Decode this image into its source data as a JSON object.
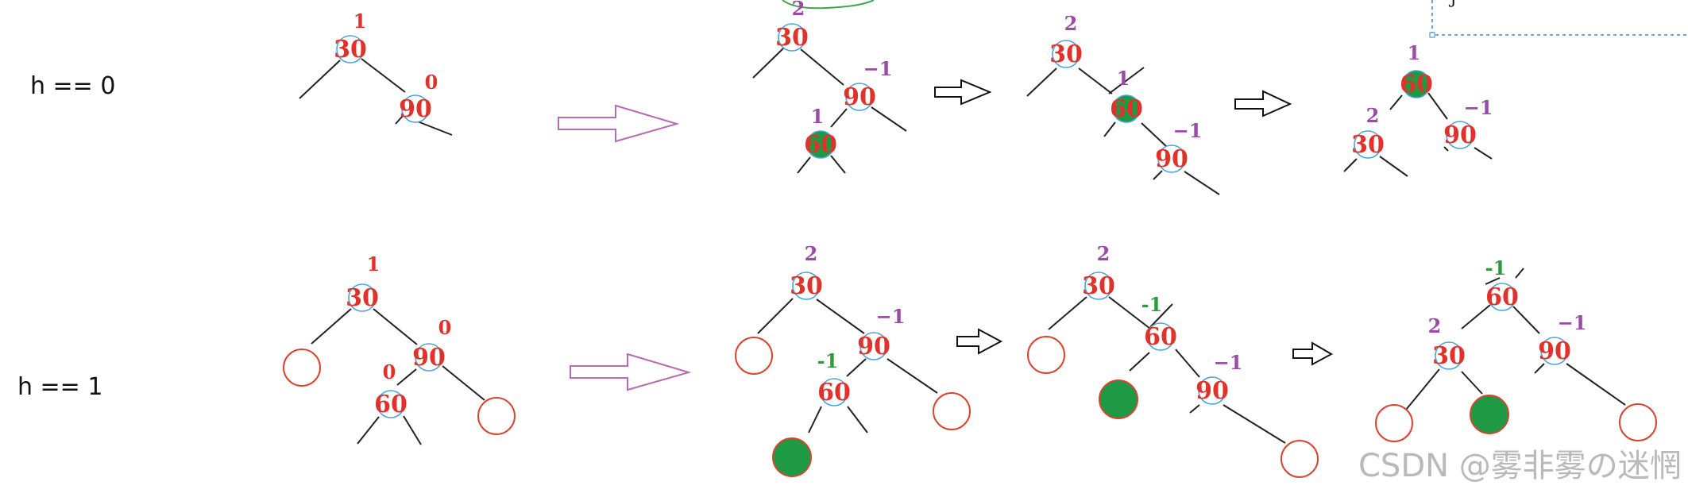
{
  "colors": {
    "node_circle": "#4aa3dc",
    "node_value": "#e0322b",
    "bf_red": "#e0322b",
    "bf_purple": "#9b4aa8",
    "bf_green": "#2e9a3e",
    "subtree_red": "#d9442e",
    "subtree_green": "#1f9a44",
    "edge": "#222222",
    "big_arrow": "#b86bb5",
    "small_arrow": "#111111",
    "dashed_box": "#3b82c4",
    "scribble": "#3aa64f",
    "watermark": "#b9b9b9"
  },
  "diagram": {
    "case_labels": [
      "h == 0",
      "h == 1"
    ],
    "rows": [
      {
        "nodes": [
          {
            "value": "30",
            "bf": "1"
          },
          {
            "value": "90",
            "bf": "0"
          },
          {
            "value": "30",
            "bf": "2"
          },
          {
            "value": "90",
            "bf": "−1"
          },
          {
            "value": "60",
            "bf": "1"
          },
          {
            "value": "30",
            "bf": "2"
          },
          {
            "value": "60",
            "bf": "1"
          },
          {
            "value": "90",
            "bf": "−1"
          },
          {
            "value": "60",
            "bf": "1"
          },
          {
            "value": "30",
            "bf": "2"
          },
          {
            "value": "90",
            "bf": "−1"
          }
        ]
      },
      {
        "nodes": [
          {
            "value": "30",
            "bf": "1"
          },
          {
            "value": "90",
            "bf": "0"
          },
          {
            "value": "60",
            "bf": "0"
          },
          {
            "value": "30",
            "bf": "2"
          },
          {
            "value": "90",
            "bf": "−1"
          },
          {
            "value": "60",
            "bf": "-1"
          },
          {
            "value": "30",
            "bf": "2"
          },
          {
            "value": "60",
            "bf": "-1"
          },
          {
            "value": "90",
            "bf": "−1"
          },
          {
            "value": "60",
            "bf": "-1"
          },
          {
            "value": "30",
            "bf": "2"
          },
          {
            "value": "90",
            "bf": "−1"
          }
        ]
      }
    ],
    "watermark": "CSDN @雾非雾の迷惘",
    "corner_fragment": "j"
  }
}
